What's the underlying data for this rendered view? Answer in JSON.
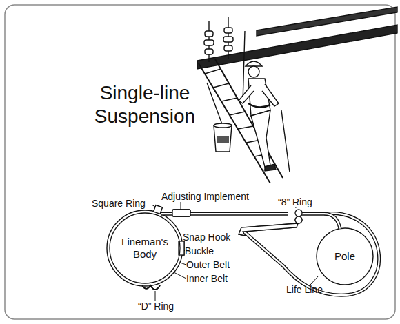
{
  "diagram": {
    "title": "Single-line Suspension",
    "nodes": [
      {
        "text": [
          "Lineman's Body"
        ]
      },
      {
        "text": [
          "Pole"
        ]
      }
    ],
    "edges": [
      {
        "from": 0,
        "to": 1,
        "arrow": "none"
      }
    ],
    "labels": [
      "Square Ring",
      "Adjusting Implement",
      "“8” Ring",
      "Snap Hook",
      "Buckle",
      "Outer Belt",
      "Inner Belt",
      "“D” Ring",
      "Life Line"
    ]
  }
}
